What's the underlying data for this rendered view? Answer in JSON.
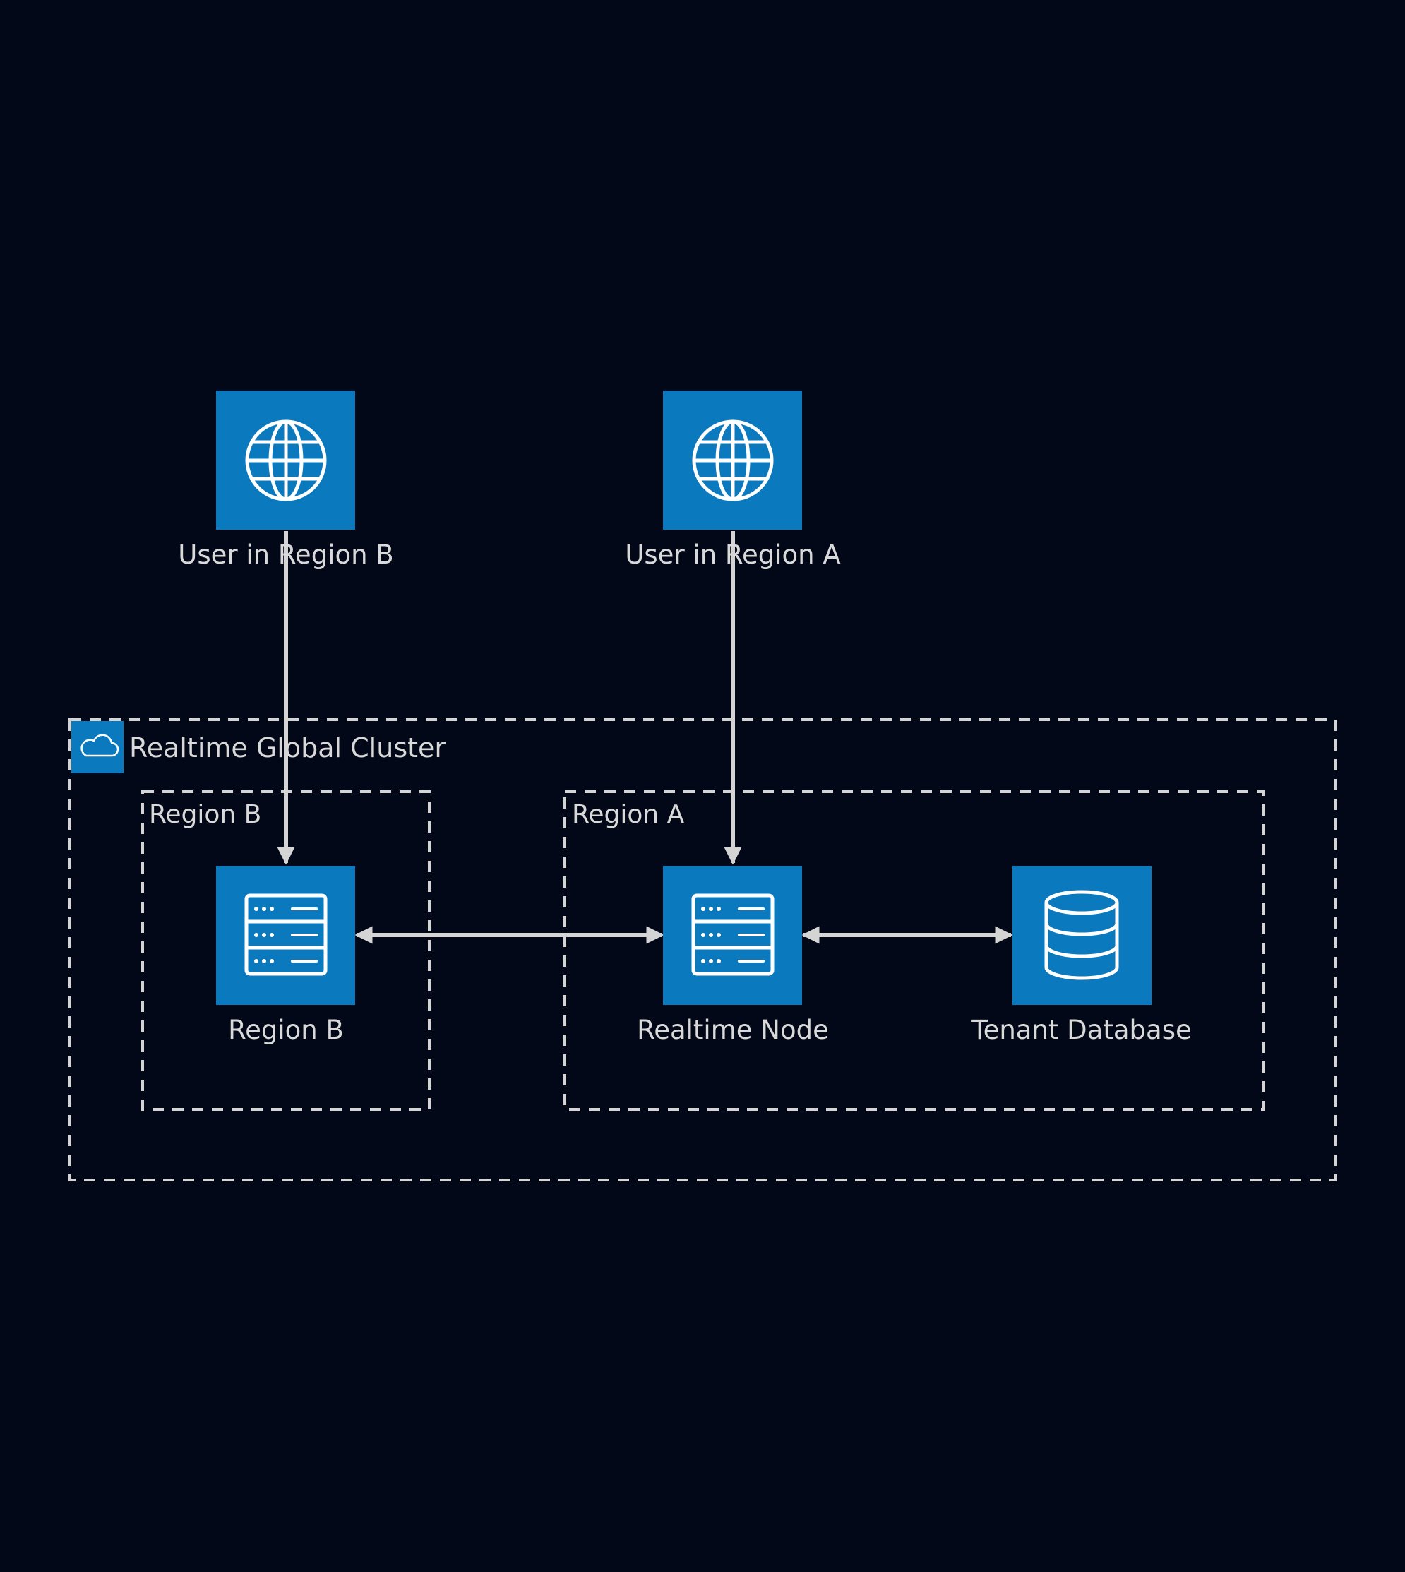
{
  "colors": {
    "background": "#020817",
    "node_fill": "#0b79be",
    "icon_stroke": "#ffffff",
    "connector": "#d4d4d4",
    "group_border": "#d4d4d4",
    "label_text": "#d9d9d9"
  },
  "nodes": {
    "user_b": {
      "label": "User in Region B",
      "icon": "globe-icon"
    },
    "user_a": {
      "label": "User in Region A",
      "icon": "globe-icon"
    },
    "server_b": {
      "label": "Region B",
      "icon": "server-icon"
    },
    "realtime_node": {
      "label": "Realtime Node",
      "icon": "server-icon"
    },
    "tenant_db": {
      "label": "Tenant Database",
      "icon": "database-icon"
    }
  },
  "groups": {
    "cluster": {
      "label": "Realtime Global Cluster",
      "icon": "cloud-icon"
    },
    "region_b": {
      "label": "Region B"
    },
    "region_a": {
      "label": "Region A"
    }
  },
  "edges": [
    {
      "from": "User in Region B",
      "to": "Region B",
      "direction": "one-way"
    },
    {
      "from": "User in Region A",
      "to": "Realtime Node",
      "direction": "one-way"
    },
    {
      "from": "Region B",
      "to": "Realtime Node",
      "direction": "bidirectional"
    },
    {
      "from": "Realtime Node",
      "to": "Tenant Database",
      "direction": "bidirectional"
    }
  ]
}
